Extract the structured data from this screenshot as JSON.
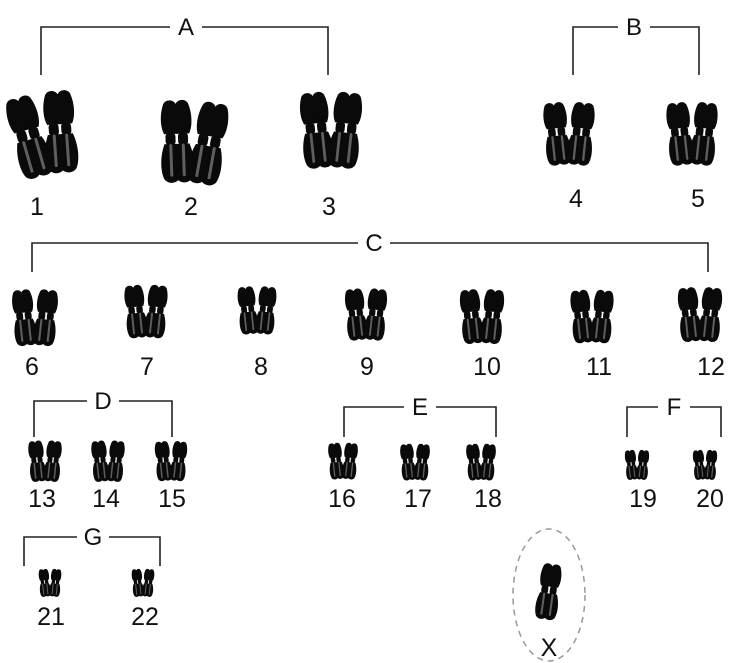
{
  "groups": [
    {
      "id": "A",
      "members": [
        "1",
        "2",
        "3"
      ]
    },
    {
      "id": "B",
      "members": [
        "4",
        "5"
      ]
    },
    {
      "id": "C",
      "members": [
        "6",
        "7",
        "8",
        "9",
        "10",
        "11",
        "12"
      ]
    },
    {
      "id": "D",
      "members": [
        "13",
        "14",
        "15"
      ]
    },
    {
      "id": "E",
      "members": [
        "16",
        "17",
        "18"
      ]
    },
    {
      "id": "F",
      "members": [
        "19",
        "20"
      ]
    },
    {
      "id": "G",
      "members": [
        "21",
        "22"
      ]
    }
  ],
  "unpaired": {
    "label": "X",
    "outline": "dashed"
  },
  "colors": {
    "chromosome": "#0a0a0a",
    "bracket": "#222222",
    "outline": "#999999"
  }
}
